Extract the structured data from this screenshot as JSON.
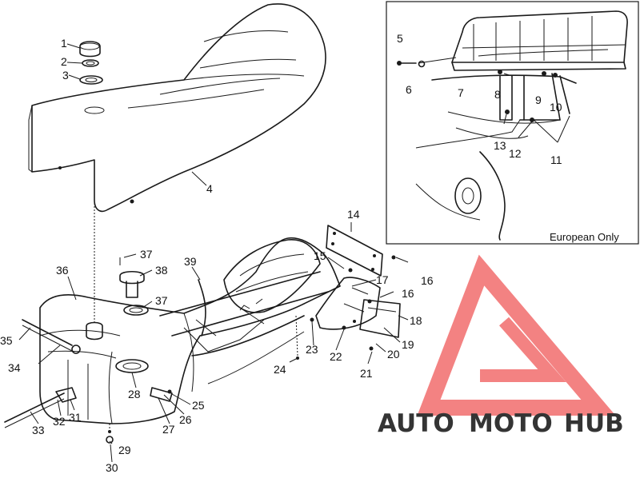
{
  "inset": {
    "caption": "European Only"
  },
  "callouts": [
    {
      "id": "c1",
      "text": "1"
    },
    {
      "id": "c2",
      "text": "2"
    },
    {
      "id": "c3",
      "text": "3"
    },
    {
      "id": "c4",
      "text": "4"
    },
    {
      "id": "c5",
      "text": "5"
    },
    {
      "id": "c6",
      "text": "6"
    },
    {
      "id": "c7",
      "text": "7"
    },
    {
      "id": "c8",
      "text": "8"
    },
    {
      "id": "c9",
      "text": "9"
    },
    {
      "id": "c10",
      "text": "10"
    },
    {
      "id": "c11",
      "text": "11"
    },
    {
      "id": "c12",
      "text": "12"
    },
    {
      "id": "c13",
      "text": "13"
    },
    {
      "id": "c14",
      "text": "14"
    },
    {
      "id": "c15",
      "text": "15"
    },
    {
      "id": "c16a",
      "text": "16"
    },
    {
      "id": "c16b",
      "text": "16"
    },
    {
      "id": "c17",
      "text": "17"
    },
    {
      "id": "c18",
      "text": "18"
    },
    {
      "id": "c19",
      "text": "19"
    },
    {
      "id": "c20",
      "text": "20"
    },
    {
      "id": "c21",
      "text": "21"
    },
    {
      "id": "c22",
      "text": "22"
    },
    {
      "id": "c23",
      "text": "23"
    },
    {
      "id": "c24",
      "text": "24"
    },
    {
      "id": "c25",
      "text": "25"
    },
    {
      "id": "c26",
      "text": "26"
    },
    {
      "id": "c27",
      "text": "27"
    },
    {
      "id": "c28",
      "text": "28"
    },
    {
      "id": "c29",
      "text": "29"
    },
    {
      "id": "c30",
      "text": "30"
    },
    {
      "id": "c31",
      "text": "31"
    },
    {
      "id": "c32",
      "text": "32"
    },
    {
      "id": "c33",
      "text": "33"
    },
    {
      "id": "c34",
      "text": "34"
    },
    {
      "id": "c35",
      "text": "35"
    },
    {
      "id": "c36",
      "text": "36"
    },
    {
      "id": "c37a",
      "text": "37"
    },
    {
      "id": "c37b",
      "text": "37"
    },
    {
      "id": "c38",
      "text": "38"
    },
    {
      "id": "c39",
      "text": "39"
    }
  ],
  "watermark": {
    "part1": "AUTO",
    "part2": "MOTO",
    "part3": "HUB",
    "color_auto": "#f5c26b",
    "color_moto": "#f08a8a",
    "color_hub": "#6b6b6b",
    "logo_color": "#f26d6d"
  }
}
